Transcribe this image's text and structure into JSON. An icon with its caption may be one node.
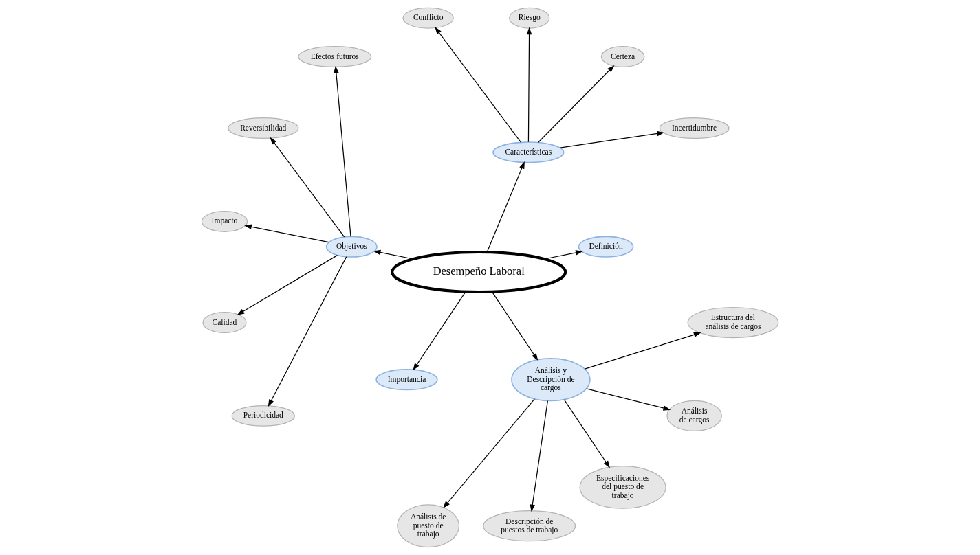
{
  "diagram": {
    "nodes": [
      {
        "text": [
          "Desempeño Laboral"
        ]
      },
      {
        "text": [
          "Definición"
        ]
      },
      {
        "text": [
          "Características"
        ]
      },
      {
        "text": [
          "Incertidumbre"
        ]
      },
      {
        "text": [
          "Certeza"
        ]
      },
      {
        "text": [
          "Riesgo"
        ]
      },
      {
        "text": [
          "Conflicto"
        ]
      },
      {
        "text": [
          "Objetivos"
        ]
      },
      {
        "text": [
          "Efectos futuros"
        ]
      },
      {
        "text": [
          "Reversibilidad"
        ]
      },
      {
        "text": [
          "Impacto"
        ]
      },
      {
        "text": [
          "Calidad"
        ]
      },
      {
        "text": [
          "Periodicidad"
        ]
      },
      {
        "text": [
          "Importancia"
        ]
      },
      {
        "text": [
          "Análisis y Descripción de cargos"
        ]
      },
      {
        "text": [
          "Análisis de puesto de trabajo"
        ]
      },
      {
        "text": [
          "Descripción de puestos de trabajo"
        ]
      },
      {
        "text": [
          "Especificaciones del puesto de trabajo"
        ]
      },
      {
        "text": [
          "Análisis de cargos"
        ]
      },
      {
        "text": [
          "Estructura del análisis de cargos"
        ]
      }
    ],
    "edges": [
      {
        "from": 0,
        "to": 1,
        "arrow": "to"
      },
      {
        "from": 0,
        "to": 2,
        "arrow": "to"
      },
      {
        "from": 2,
        "to": 3,
        "arrow": "to"
      },
      {
        "from": 2,
        "to": 4,
        "arrow": "to"
      },
      {
        "from": 2,
        "to": 5,
        "arrow": "to"
      },
      {
        "from": 2,
        "to": 6,
        "arrow": "to"
      },
      {
        "from": 0,
        "to": 7,
        "arrow": "to"
      },
      {
        "from": 7,
        "to": 8,
        "arrow": "to"
      },
      {
        "from": 7,
        "to": 9,
        "arrow": "to"
      },
      {
        "from": 7,
        "to": 10,
        "arrow": "to"
      },
      {
        "from": 7,
        "to": 11,
        "arrow": "to"
      },
      {
        "from": 7,
        "to": 12,
        "arrow": "to"
      },
      {
        "from": 0,
        "to": 13,
        "arrow": "to"
      },
      {
        "from": 0,
        "to": 14,
        "arrow": "to"
      },
      {
        "from": 14,
        "to": 15,
        "arrow": "to"
      },
      {
        "from": 14,
        "to": 16,
        "arrow": "to"
      },
      {
        "from": 14,
        "to": 17,
        "arrow": "to"
      },
      {
        "from": 14,
        "to": 18,
        "arrow": "to"
      },
      {
        "from": 14,
        "to": 19,
        "arrow": "to"
      }
    ]
  }
}
